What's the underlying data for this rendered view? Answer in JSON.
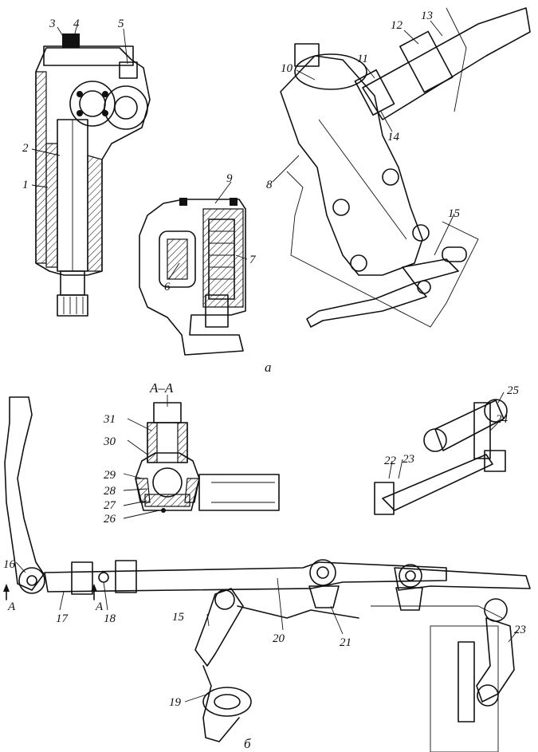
{
  "captions": {
    "a": "а",
    "b": "б",
    "section": "А–А"
  },
  "labels": {
    "n1": "1",
    "n2": "2",
    "n3": "3",
    "n4": "4",
    "n5": "5",
    "n6": "6",
    "n7": "7",
    "n8": "8",
    "n9": "9",
    "n10": "10",
    "n11": "11",
    "n12": "12",
    "n13": "13",
    "n14": "14",
    "n15a": "15",
    "n15b": "15",
    "n16": "16",
    "n17": "17",
    "n18": "18",
    "n19": "19",
    "n20": "20",
    "n21": "21",
    "n22": "22",
    "n23a": "23",
    "n23b": "23",
    "n24": "24",
    "n25": "25",
    "n26": "26",
    "n27": "27",
    "n28": "28",
    "n29": "29",
    "n30": "30",
    "n31": "31",
    "arrowA1": "А",
    "arrowA2": "А"
  }
}
